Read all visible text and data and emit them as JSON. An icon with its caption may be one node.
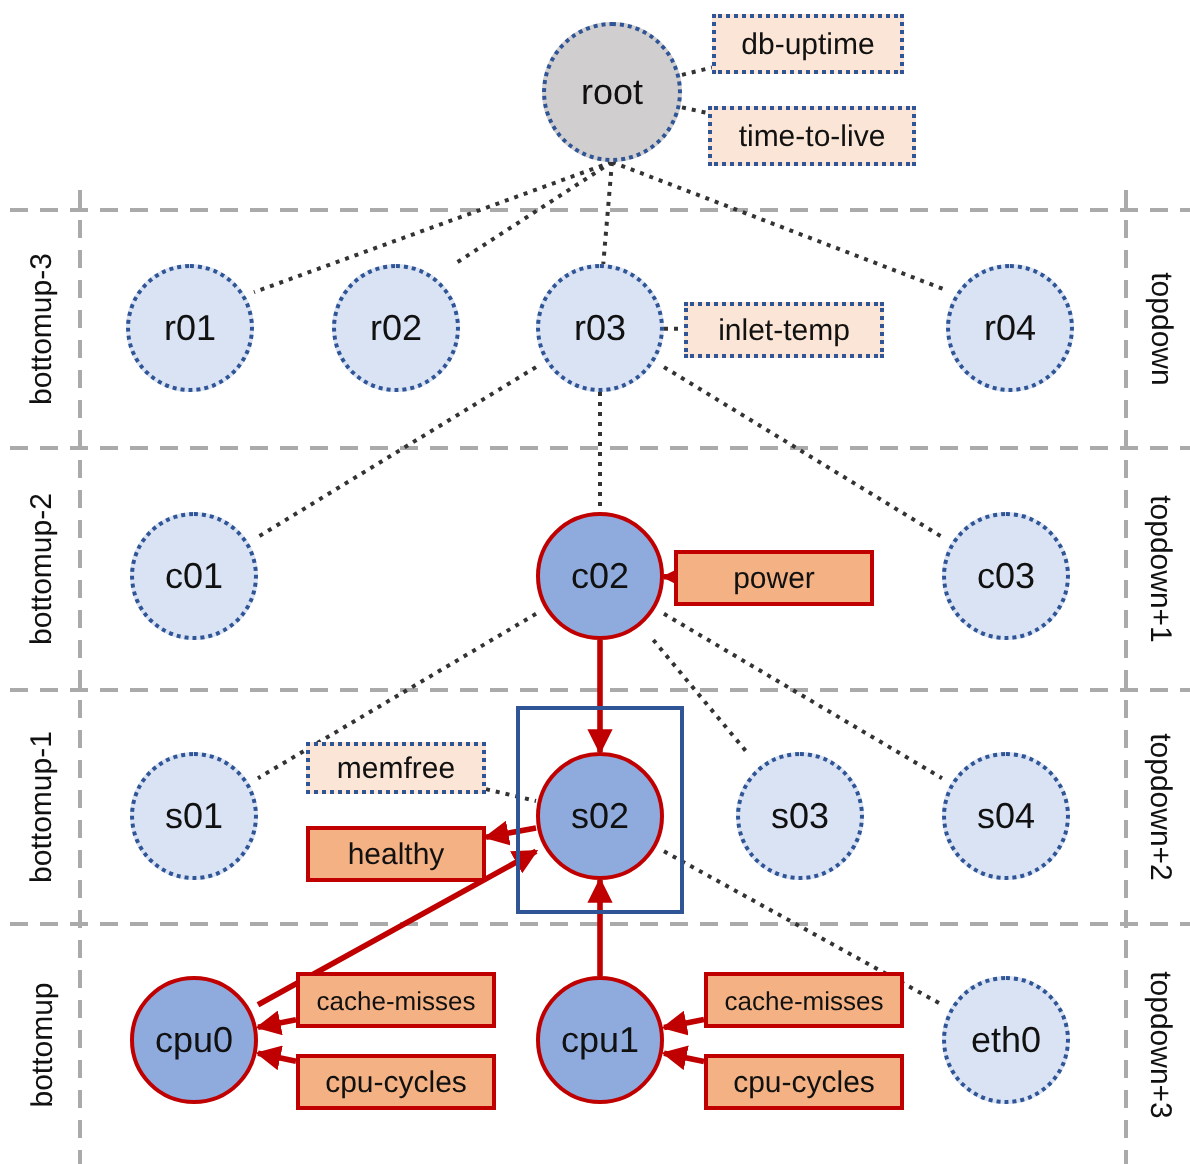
{
  "diagram": {
    "nodes": [
      {
        "text": [
          "root"
        ]
      },
      {
        "text": [
          "db-uptime"
        ]
      },
      {
        "text": [
          "time-to-live"
        ]
      },
      {
        "text": [
          "r01"
        ]
      },
      {
        "text": [
          "r02"
        ]
      },
      {
        "text": [
          "r03"
        ]
      },
      {
        "text": [
          "inlet-temp"
        ]
      },
      {
        "text": [
          "r04"
        ]
      },
      {
        "text": [
          "c01"
        ]
      },
      {
        "text": [
          "c02"
        ]
      },
      {
        "text": [
          "power"
        ]
      },
      {
        "text": [
          "c03"
        ]
      },
      {
        "text": [
          "s01"
        ]
      },
      {
        "text": [
          "memfree"
        ]
      },
      {
        "text": [],
        "shape": "box"
      },
      {
        "text": [
          "s02"
        ],
        "in": 14
      },
      {
        "text": [
          "healthy"
        ]
      },
      {
        "text": [
          "s03"
        ]
      },
      {
        "text": [
          "s04"
        ]
      },
      {
        "text": [
          "cpu0"
        ]
      },
      {
        "text": [
          "cache-misses"
        ]
      },
      {
        "text": [
          "cpu-cycles"
        ]
      },
      {
        "text": [
          "cpu1"
        ]
      },
      {
        "text": [
          "cache-misses"
        ]
      },
      {
        "text": [
          "cpu-cycles"
        ]
      },
      {
        "text": [
          "eth0"
        ]
      }
    ],
    "edges": [
      {
        "from": 0,
        "to": 1,
        "arrow": "none",
        "style": "dashed"
      },
      {
        "from": 0,
        "to": 2,
        "arrow": "none",
        "style": "dashed"
      },
      {
        "from": 0,
        "to": 3,
        "arrow": "none",
        "style": "dashed"
      },
      {
        "from": 0,
        "to": 4,
        "arrow": "none",
        "style": "dashed"
      },
      {
        "from": 0,
        "to": 5,
        "arrow": "none",
        "style": "dashed"
      },
      {
        "from": 0,
        "to": 7,
        "arrow": "none",
        "style": "dashed"
      },
      {
        "from": 5,
        "to": 6,
        "arrow": "none",
        "style": "dashed"
      },
      {
        "from": 5,
        "to": 8,
        "arrow": "none",
        "style": "dashed"
      },
      {
        "from": 5,
        "to": 9,
        "arrow": "none",
        "style": "dashed"
      },
      {
        "from": 5,
        "to": 11,
        "arrow": "none",
        "style": "dashed"
      },
      {
        "from": 10,
        "to": 9,
        "arrow": "to",
        "color": "#c00000"
      },
      {
        "from": 9,
        "to": 12,
        "arrow": "none",
        "style": "dashed"
      },
      {
        "from": 9,
        "to": 15,
        "arrow": "to",
        "color": "#c00000"
      },
      {
        "from": 9,
        "to": 17,
        "arrow": "none",
        "style": "dashed"
      },
      {
        "from": 9,
        "to": 18,
        "arrow": "none",
        "style": "dashed"
      },
      {
        "from": 13,
        "to": 15,
        "arrow": "none",
        "style": "dashed"
      },
      {
        "from": 15,
        "to": 16,
        "arrow": "to",
        "color": "#c00000"
      },
      {
        "from": 19,
        "to": 15,
        "arrow": "to",
        "color": "#c00000"
      },
      {
        "from": 22,
        "to": 15,
        "arrow": "to",
        "color": "#c00000"
      },
      {
        "from": 15,
        "to": 25,
        "arrow": "none",
        "style": "dashed"
      },
      {
        "from": 20,
        "to": 19,
        "arrow": "to",
        "color": "#c00000"
      },
      {
        "from": 21,
        "to": 19,
        "arrow": "to",
        "color": "#c00000"
      },
      {
        "from": 23,
        "to": 22,
        "arrow": "to",
        "color": "#c00000"
      },
      {
        "from": 24,
        "to": 22,
        "arrow": "to",
        "color": "#c00000"
      }
    ],
    "labels": [
      "bottomup-3",
      "topdown",
      "bottomup-2",
      "topdown+1",
      "bottomup-1",
      "topdown+2",
      "bottomup",
      "topdown+3"
    ]
  }
}
